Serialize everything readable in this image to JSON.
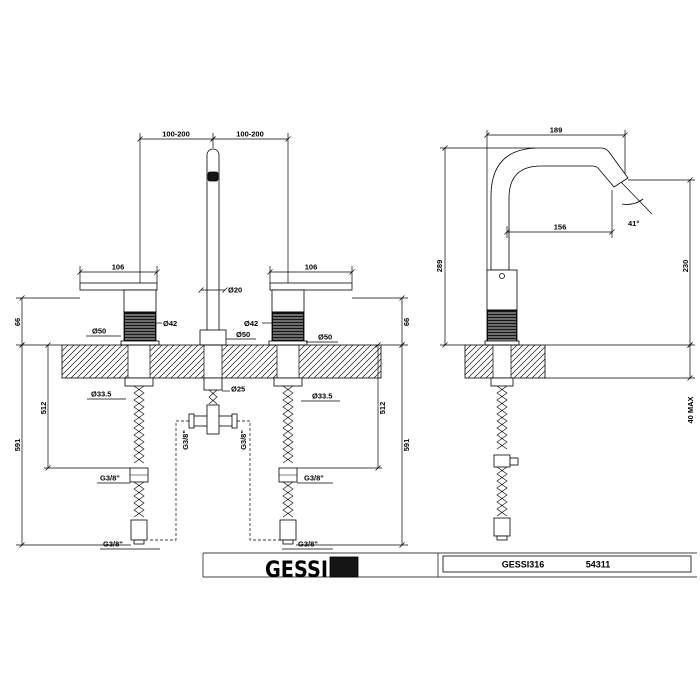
{
  "title_block": {
    "logo": "GESSI",
    "series": "GESSI316",
    "code": "54311"
  },
  "front_view": {
    "spacing_left": "100-200",
    "spacing_right": "100-200",
    "lever_left": "106",
    "lever_right": "106",
    "spout_diameter": "Ø20",
    "handle_diameter_left": "Ø42",
    "handle_diameter_right": "Ø42",
    "base_diameter_left": "Ø50",
    "base_diameter_center": "Ø50",
    "base_diameter_right": "Ø50",
    "handle_height_left": "66",
    "handle_height_right": "66",
    "spout_shank_diameter": "Ø25",
    "shank_diameter_left": "Ø33.5",
    "shank_diameter_right": "Ø33.5",
    "hose_length_left": "512",
    "hose_length_right": "512",
    "total_length_left": "591",
    "total_length_right": "591",
    "thread_mid_left": "G3/8\"",
    "thread_mid_right": "G3/8\"",
    "thread_tee_left": "G3/8\"",
    "thread_tee_right": "G3/8\"",
    "thread_end_left": "G3/8\"",
    "thread_end_right": "G3/8\""
  },
  "side_view": {
    "spout_projection": "189",
    "outlet_projection": "156",
    "outlet_angle": "41°",
    "total_height": "289",
    "outlet_height": "230",
    "deck_thickness": "40 MAX"
  }
}
